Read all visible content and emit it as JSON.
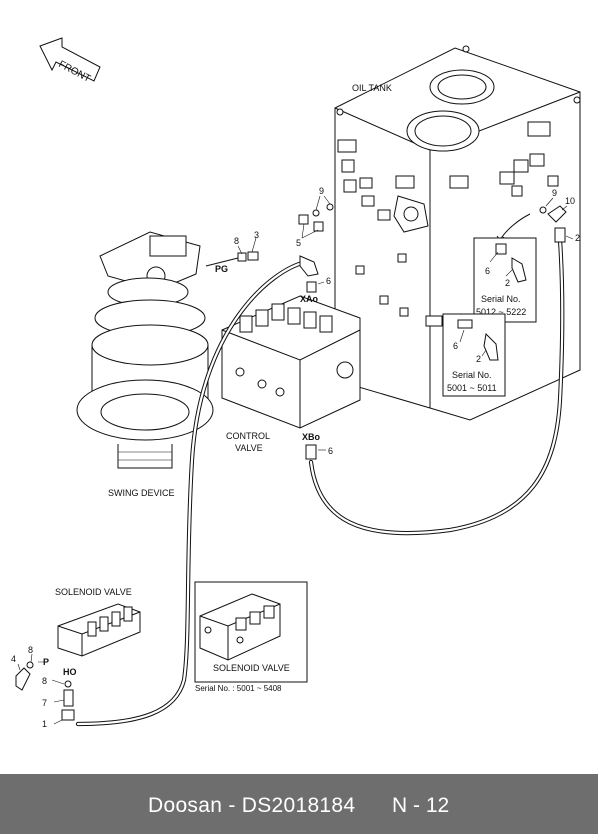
{
  "diagram": {
    "front_label": "FRONT",
    "oil_tank_label": "OIL TANK",
    "swing_device_label": "SWING DEVICE",
    "control_valve_label_line1": "CONTROL",
    "control_valve_label_line2": "VALVE",
    "solenoid_valve_label": "SOLENOID VALVE",
    "inset_solenoid_label": "SOLENOID VALVE",
    "inset_serial_label": "Serial No. : 5001 ~ 5408",
    "serial_box_1": {
      "line1": "Serial No.",
      "line2": "5012 ~ 5222",
      "part_a": "6",
      "part_b": "2"
    },
    "serial_box_2": {
      "line1": "Serial No.",
      "line2": "5001 ~ 5011",
      "part_a": "6",
      "part_b": "2"
    },
    "ports": {
      "pg": "PG",
      "xao": "XAo",
      "xbo": "XBo",
      "p": "P",
      "ho": "HO"
    },
    "part_numbers": {
      "n9_tank": "9",
      "n5_tank": "5",
      "n8_top": "8",
      "n3_top": "3",
      "n6_xao": "6",
      "n6_xbo": "6",
      "n10": "10",
      "n9_right": "9",
      "n2_right": "2",
      "n4": "4",
      "n8_left": "8",
      "n8_ho": "8",
      "n7": "7",
      "n1": "1"
    }
  },
  "footer": {
    "title": "Doosan - DS2018184",
    "page": "N - 12"
  }
}
